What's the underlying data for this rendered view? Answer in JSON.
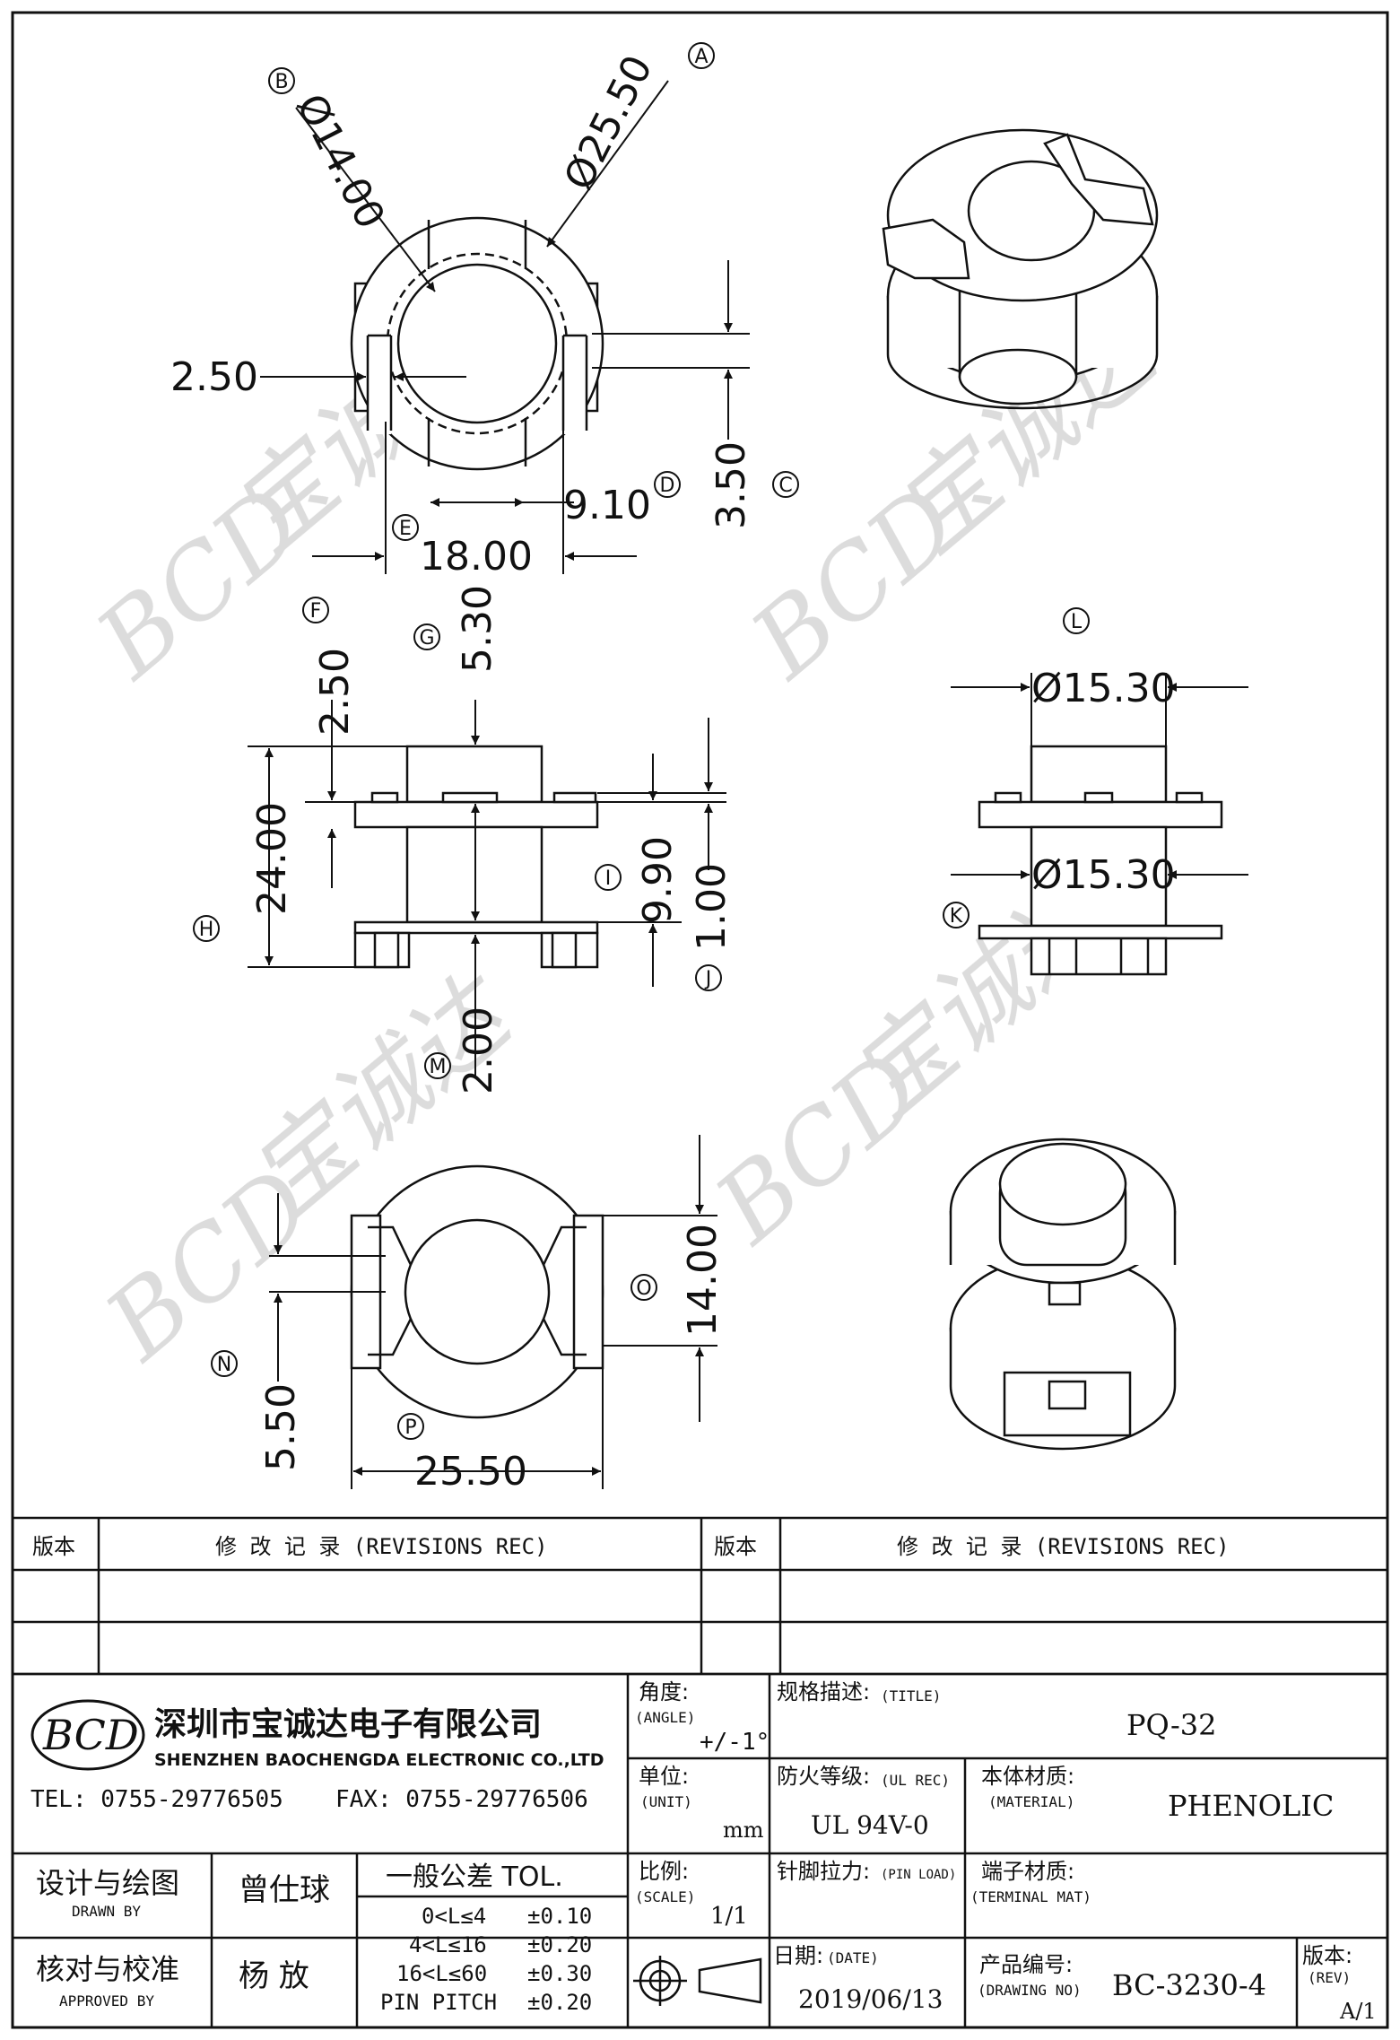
{
  "drawing": {
    "top_view": {
      "dims": {
        "A": "Ø25.50",
        "B": "Ø14.00",
        "C": "3.50",
        "D": "9.10",
        "E": "18.00",
        "left": "2.50"
      }
    },
    "front_view": {
      "dims": {
        "F": "2.50",
        "G": "5.30",
        "H": "24.00",
        "I": "9.90",
        "J": "1.00",
        "M": "2.00"
      }
    },
    "side_view": {
      "dims": {
        "L": "Ø15.30",
        "K": "Ø15.30"
      }
    },
    "bottom_view": {
      "dims": {
        "N": "5.50",
        "O": "14.00",
        "P": "25.50"
      }
    },
    "ref_letters": [
      "A",
      "B",
      "C",
      "D",
      "E",
      "F",
      "G",
      "H",
      "I",
      "J",
      "K",
      "L",
      "M",
      "N",
      "O",
      "P"
    ]
  },
  "watermark": {
    "logo": "BCD",
    "brand": "宝诚达"
  },
  "revisions": {
    "col_version_label": "版本",
    "col_record_label": "修 改 记 录 (REVISIONS REC)"
  },
  "company": {
    "logo": "BCD",
    "name_cn": "深圳市宝诚达电子有限公司",
    "name_en": "SHENZHEN BAOCHENGDA ELECTRONIC CO.,LTD",
    "tel": "TEL: 0755-29776505",
    "fax": "FAX: 0755-29776506"
  },
  "title_block": {
    "angle_label": "角度:",
    "angle_label_en": "(ANGLE)",
    "angle_value": "+/-1°",
    "unit_label": "单位:",
    "unit_label_en": "(UNIT)",
    "unit_value": "mm",
    "scale_label": "比例:",
    "scale_label_en": "(SCALE)",
    "scale_value": "1/1",
    "title_label": "规格描述:",
    "title_label_en": "(TITLE)",
    "title_value": "PQ-32",
    "ul_label": "防火等级:",
    "ul_label_en": "(UL REC)",
    "ul_value": "UL 94V-0",
    "material_label": "本体材质:",
    "material_label_en": "(MATERIAL)",
    "material_value": "PHENOLIC",
    "pinload_label": "针脚拉力:",
    "pinload_label_en": "(PIN LOAD)",
    "terminal_label": "端子材质:",
    "terminal_label_en": "(TERMINAL MAT)",
    "date_label": "日期:",
    "date_label_en": "(DATE)",
    "date_value": "2019/06/13",
    "drawing_no_label": "产品编号:",
    "drawing_no_label_en": "(DRAWING NO)",
    "drawing_no_value": "BC-3230-4",
    "rev_label": "版本:",
    "rev_label_en": "(REV)",
    "rev_value": "A/1",
    "drawn_label": "设计与绘图",
    "drawn_label_en": "DRAWN BY",
    "drawn_name": "曾仕球",
    "approved_label": "核对与校准",
    "approved_label_en": "APPROVED BY",
    "approved_name": "杨  放",
    "tol_title": "一般公差 TOL.",
    "tol_rows": [
      {
        "range": "0<L≤4",
        "value": "±0.10"
      },
      {
        "range": "4<L≤16",
        "value": "±0.20"
      },
      {
        "range": "16<L≤60",
        "value": "±0.30"
      },
      {
        "range": "PIN PITCH",
        "value": "±0.20"
      }
    ]
  }
}
